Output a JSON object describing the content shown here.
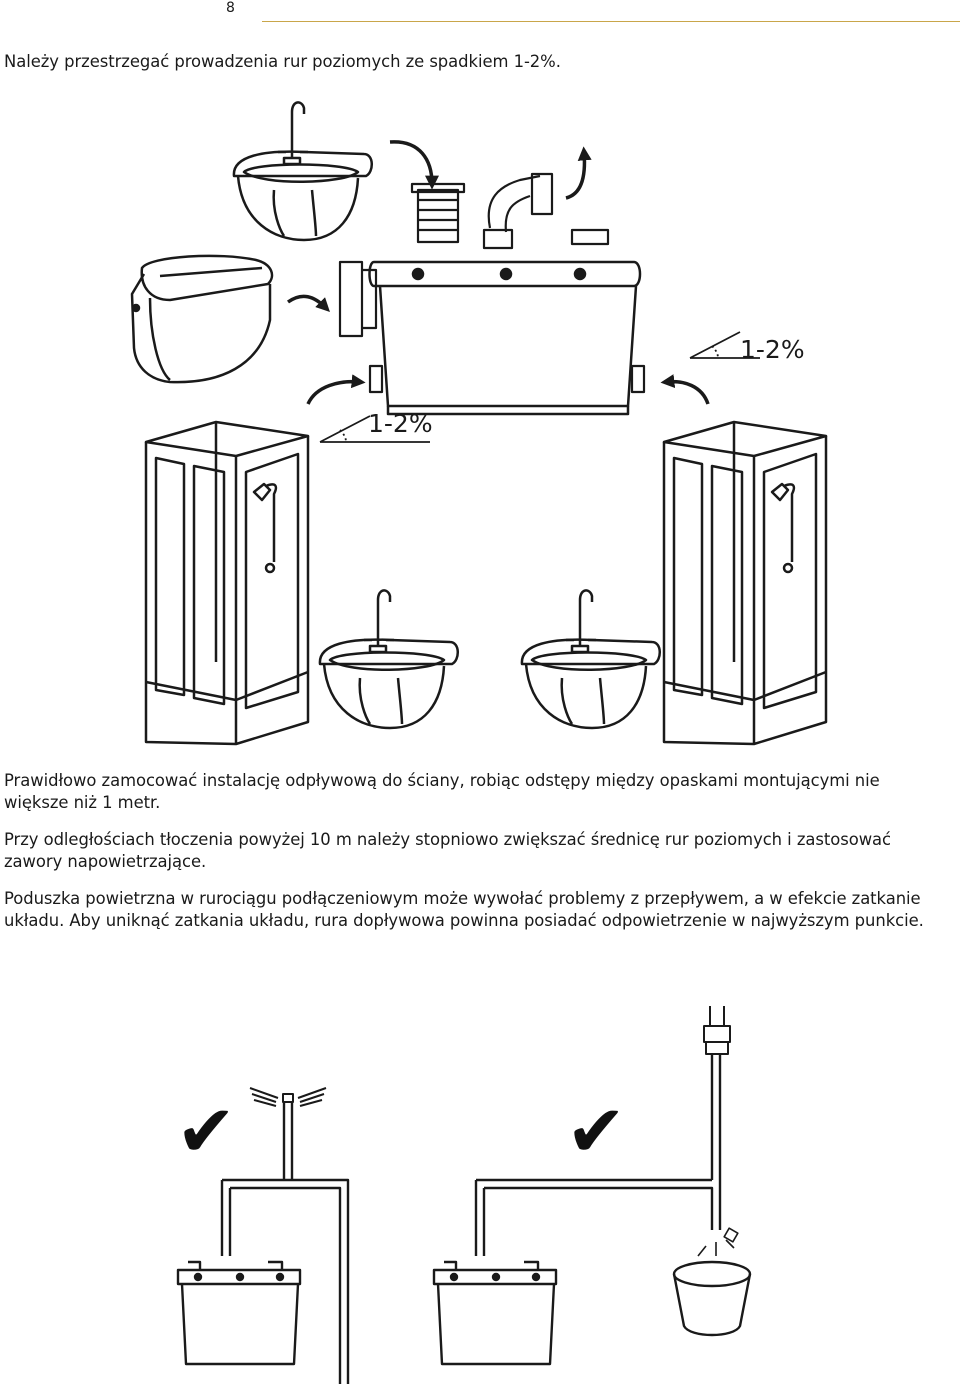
{
  "page": {
    "number": "8"
  },
  "texts": {
    "p1": "Należy przestrzegać prowadzenia rur poziomych ze spadkiem 1-2%.",
    "p2": "Prawidłowo zamocować instalację odpływową do ściany, robiąc odstępy między opaskami montującymi nie większe niż 1 metr.",
    "p3": "Przy odległościach tłoczenia powyżej 10 m należy stopniowo zwiększać średnicę rur poziomych i zastosować zawory napowietrzające.",
    "p4": "Poduszka powietrzna w rurociągu podłączeniowym może wywołać problemy z przepływem, a w efekcie zatkanie układu. Aby uniknąć zatkania układu, rura dopływowa powinna posiadać odpowietrzenie w najwyższym punkcie."
  },
  "figure1": {
    "slope_right": "1-2%",
    "slope_left": "1-2%"
  },
  "figure2": {
    "check_left": "✔",
    "check_right": "✔"
  },
  "icons": [
    "wash-basin-icon",
    "toilet-icon",
    "shower-cabin-icon",
    "pump-unit-icon",
    "check-mark-icon",
    "air-vent-icon",
    "bucket-icon"
  ]
}
